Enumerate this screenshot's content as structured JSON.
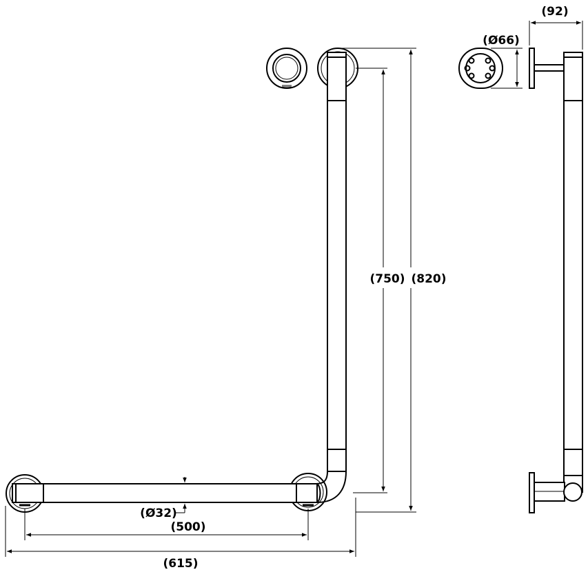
{
  "dimensions": {
    "overall_height": "(820)",
    "centre_height": "(750)",
    "overall_width": "(615)",
    "centre_width": "(500)",
    "tube_diameter": "(Ø32)",
    "flange_diameter": "(Ø66)",
    "projection": "(92)"
  }
}
